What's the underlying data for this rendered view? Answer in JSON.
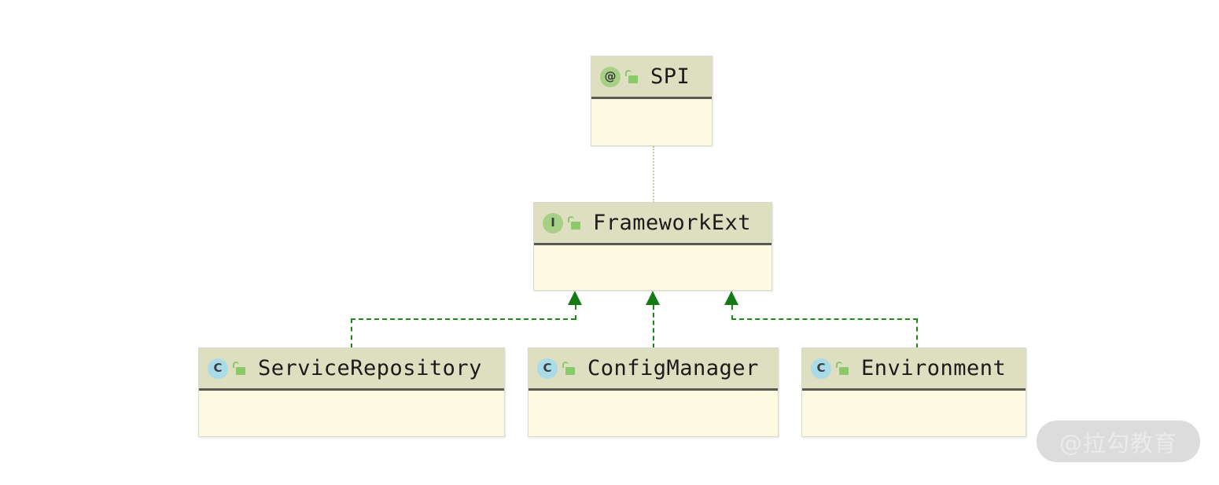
{
  "diagram": {
    "type": "uml-class-diagram",
    "background_color": "#ffffff",
    "header_color": "#dedec0",
    "body_color": "#fcfae0",
    "divider_color": "#595954",
    "realization_arrow_color": "#157a15",
    "realization_line_color": "#1a8a1a",
    "annotation_link_color": "#cfcf96"
  },
  "nodes": [
    {
      "id": "spi",
      "name": "SPI",
      "kind": "annotation",
      "kind_glyph": "@",
      "visibility": "public",
      "visibility_icon": "unlocked-padlock-icon",
      "members": ""
    },
    {
      "id": "framework-ext",
      "name": "FrameworkExt",
      "kind": "interface",
      "kind_glyph": "I",
      "visibility": "public",
      "visibility_icon": "unlocked-padlock-icon",
      "members": ""
    },
    {
      "id": "service-repository",
      "name": "ServiceRepository",
      "kind": "class",
      "kind_glyph": "C",
      "visibility": "public",
      "visibility_icon": "unlocked-padlock-icon",
      "members": ""
    },
    {
      "id": "config-manager",
      "name": "ConfigManager",
      "kind": "class",
      "kind_glyph": "C",
      "visibility": "public",
      "visibility_icon": "unlocked-padlock-icon",
      "members": ""
    },
    {
      "id": "environment",
      "name": "Environment",
      "kind": "class",
      "kind_glyph": "C",
      "visibility": "public",
      "visibility_icon": "unlocked-padlock-icon",
      "members": ""
    }
  ],
  "edges": [
    {
      "id": "spi-to-framework-ext",
      "from": "spi",
      "to": "framework-ext",
      "style": "dotted",
      "relation": "annotated-by"
    },
    {
      "id": "service-repository-implements",
      "from": "service-repository",
      "to": "framework-ext",
      "style": "dashed-arrow",
      "relation": "realization"
    },
    {
      "id": "config-manager-implements",
      "from": "config-manager",
      "to": "framework-ext",
      "style": "dashed-arrow",
      "relation": "realization"
    },
    {
      "id": "environment-implements",
      "from": "environment",
      "to": "framework-ext",
      "style": "dashed-arrow",
      "relation": "realization"
    }
  ],
  "watermark": {
    "text": "@拉勾教育"
  }
}
